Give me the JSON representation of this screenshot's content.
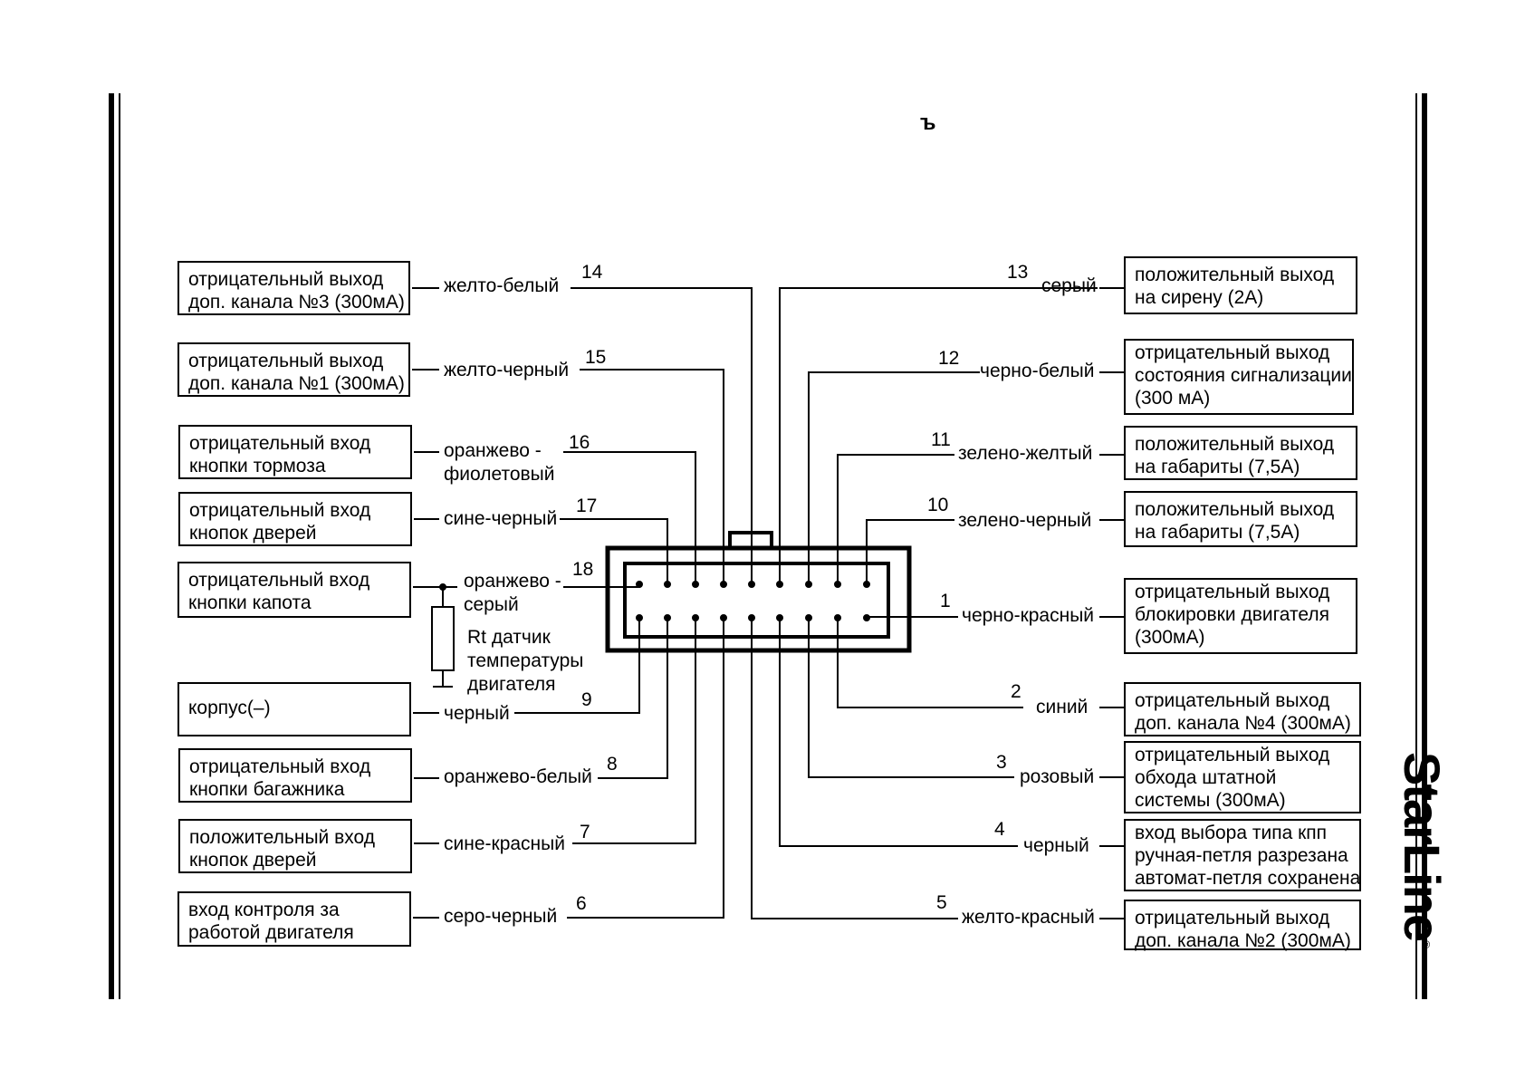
{
  "page": {
    "header_glyph": "ъ",
    "brand": "StarLine",
    "brand_mark": "®"
  },
  "left": [
    {
      "lines": [
        "отрицательный выход",
        "доп. канала №3 (300мА)"
      ],
      "color": "желто-белый",
      "pin": "14"
    },
    {
      "lines": [
        "отрицательный выход",
        "доп. канала №1 (300мА)"
      ],
      "color": "желто-черный",
      "pin": "15"
    },
    {
      "lines": [
        "отрицательный вход",
        "кнопки тормоза"
      ],
      "color": [
        "оранжево -",
        "фиолетовый"
      ],
      "pin": "16"
    },
    {
      "lines": [
        "отрицательный вход",
        "кнопок дверей"
      ],
      "color": "сине-черный",
      "pin": "17"
    },
    {
      "lines": [
        "отрицательный вход",
        "кнопки капота"
      ],
      "color": [
        "оранжево -",
        "серый"
      ],
      "pin": "18"
    },
    {
      "lines": [
        "корпус(–)"
      ],
      "color": "черный",
      "pin": "9"
    },
    {
      "lines": [
        "отрицательный вход",
        "кнопки багажника"
      ],
      "color": "оранжево-белый",
      "pin": "8"
    },
    {
      "lines": [
        "положительный вход",
        "кнопок дверей"
      ],
      "color": "сине-красный",
      "pin": "7"
    },
    {
      "lines": [
        "вход контроля за",
        "работой двигателя"
      ],
      "color": "серо-черный",
      "pin": "6"
    }
  ],
  "right": [
    {
      "lines": [
        "положительный выход",
        "на сирену (2А)"
      ],
      "color": "серый",
      "pin": "13"
    },
    {
      "lines": [
        "отрицательный  выход",
        "состояния сигнализации",
        "(300 мА)"
      ],
      "color": "черно-белый",
      "pin": "12"
    },
    {
      "lines": [
        "положительный выход",
        "на габариты (7,5А)"
      ],
      "color": "зелено-желтый",
      "pin": "11"
    },
    {
      "lines": [
        "положительный выход",
        "на габариты (7,5А)"
      ],
      "color": "зелено-черный",
      "pin": "10"
    },
    {
      "lines": [
        "отрицательный выход",
        "блокировки двигателя",
        "(300мА)"
      ],
      "color": "черно-красный",
      "pin": "1"
    },
    {
      "lines": [
        "отрицательный выход",
        "доп. канала №4 (300мА)"
      ],
      "color": "синий",
      "pin": "2"
    },
    {
      "lines": [
        "отрицательный выход",
        "обхода штатной",
        "системы (300мА)"
      ],
      "color": "розовый",
      "pin": "3"
    },
    {
      "lines": [
        "вход выбора типа кпп",
        "ручная-петля разрезана",
        "автомат-петля сохранена"
      ],
      "color": "черный",
      "pin": "4"
    },
    {
      "lines": [
        "отрицательный выход",
        "доп. канала №2 (300мА)"
      ],
      "color": "желто-красный",
      "pin": "5"
    }
  ],
  "sensor": {
    "lines": [
      "Rt датчик",
      "температуры",
      "двигателя"
    ]
  }
}
